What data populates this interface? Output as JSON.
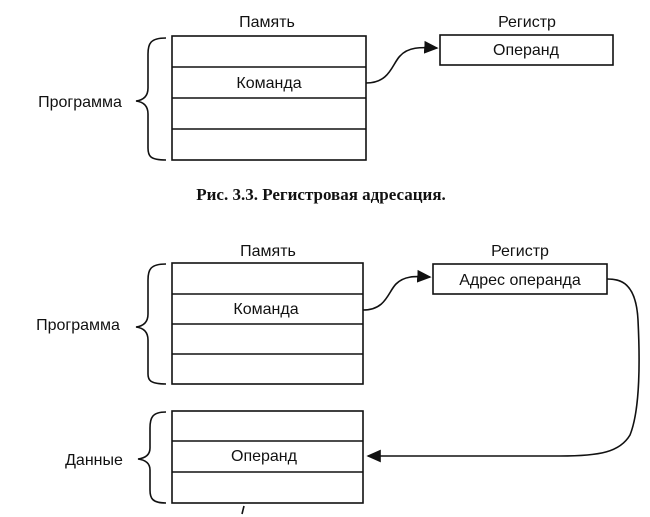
{
  "figure_top": {
    "memory_label": "Память",
    "register_label": "Регистр",
    "command_label": "Команда",
    "operand_label": "Операнд",
    "program_label": "Программа",
    "caption": "Рис. 3.3. Регистровая адресация."
  },
  "figure_bottom": {
    "memory_label": "Память",
    "register_label": "Регистр",
    "command_label": "Команда",
    "register_content": "Адрес операнда",
    "program_label": "Программа",
    "data_label": "Данные",
    "operand_label": "Операнд"
  },
  "colors": {
    "ink": "#111111",
    "background": "#ffffff"
  }
}
